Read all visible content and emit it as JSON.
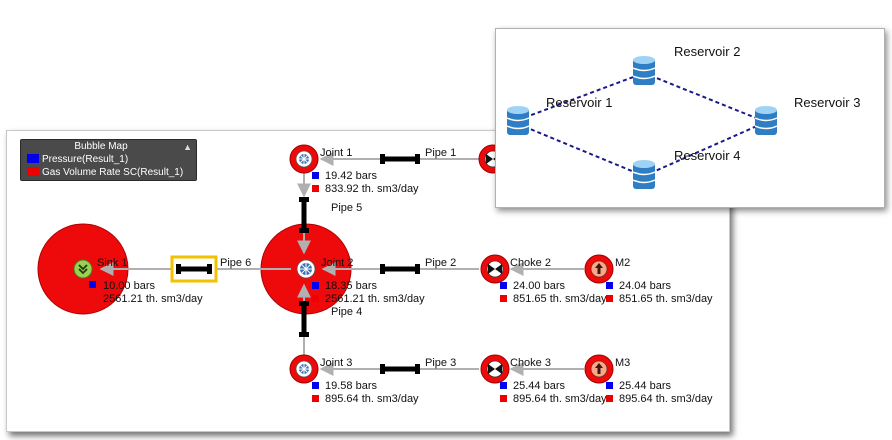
{
  "legend": {
    "title": "Bubble Map",
    "entries": [
      {
        "label": "Pressure(Result_1)",
        "color": "#0000ee"
      },
      {
        "label": "Gas Volume Rate SC(Result_1)",
        "color": "#ee0000"
      }
    ]
  },
  "nodes": {
    "sink1": {
      "label": "Sink 1",
      "pressure": "10.00 bars",
      "rate": "2561.21 th. sm3/day"
    },
    "joint1": {
      "label": "Joint 1",
      "pressure": "19.42 bars",
      "rate": "833.92 th. sm3/day"
    },
    "joint2": {
      "label": "Joint 2",
      "pressure": "18.35 bars",
      "rate": "2561.21 th. sm3/day"
    },
    "joint3": {
      "label": "Joint 3",
      "pressure": "19.58 bars",
      "rate": "895.64 th. sm3/day"
    },
    "choke2": {
      "label": "Choke 2",
      "pressure": "24.00 bars",
      "rate": "851.65 th. sm3/day"
    },
    "choke3": {
      "label": "Choke 3",
      "pressure": "25.44 bars",
      "rate": "895.64 th. sm3/day"
    },
    "m2": {
      "label": "M2",
      "pressure": "24.04 bars",
      "rate": "851.65 th. sm3/day"
    },
    "m3": {
      "label": "M3",
      "pressure": "25.44 bars",
      "rate": "895.64 th. sm3/day"
    }
  },
  "pipes": {
    "pipe1": "Pipe 1",
    "pipe2": "Pipe 2",
    "pipe3": "Pipe 3",
    "pipe4": "Pipe 4",
    "pipe5": "Pipe 5",
    "pipe6": "Pipe 6"
  },
  "inset": {
    "reservoirs": {
      "r1": "Reservoir 1",
      "r2": "Reservoir 2",
      "r3": "Reservoir 3",
      "r4": "Reservoir 4"
    }
  }
}
